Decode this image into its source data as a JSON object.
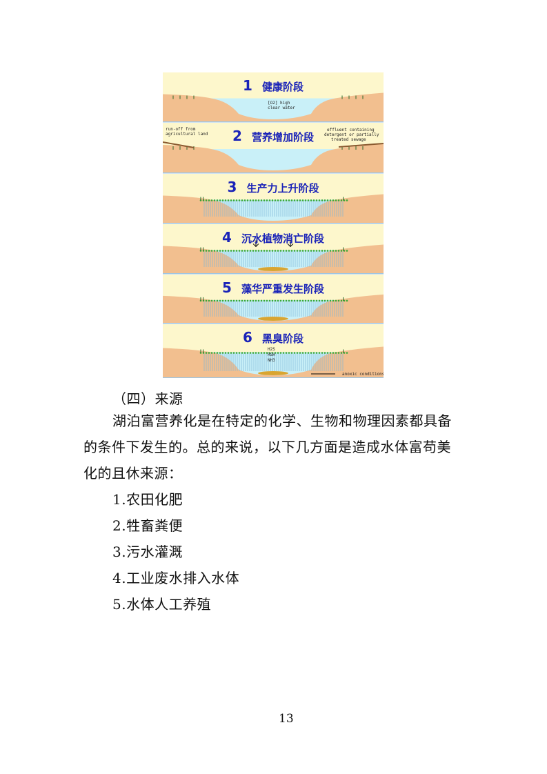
{
  "figure": {
    "panels": [
      {
        "number": "1",
        "title": "健康阶段",
        "labels": [
          "[O2] high",
          "clear water"
        ]
      },
      {
        "number": "2",
        "title": "营养增加阶段",
        "labels": [
          "run-off from",
          "agricultural land",
          "effluent containing",
          "detergent or partially",
          "treated sewage"
        ]
      },
      {
        "number": "3",
        "title": "生产力上升阶段",
        "labels": []
      },
      {
        "number": "4",
        "title": "沉水植物消亡阶段",
        "labels": []
      },
      {
        "number": "5",
        "title": "藻华严重发生阶段",
        "labels": []
      },
      {
        "number": "6",
        "title": "黑臭阶段",
        "labels": [
          "H2S",
          "RSH",
          "NH3",
          "anoxic conditions"
        ]
      }
    ],
    "colors": {
      "sky": "#fdf7cc",
      "land": "#f2bf8f",
      "water": "#c9f0f8",
      "title": "#1a23b8",
      "algae": "#3aa836"
    }
  },
  "section_heading": "（四）来源",
  "paragraph": [
    "湖泊富营养化是在特定的化学、生物和物理因素都具备",
    "的条件下发生的。总的来说，以下几方面是造成水体富苟美",
    "化的且休来源："
  ],
  "list": [
    "1.农田化肥",
    "2.牲畜粪便",
    "3.污水灌溉",
    "4.工业废水排入水体",
    "5.水体人工养殖"
  ],
  "page_number": "13"
}
